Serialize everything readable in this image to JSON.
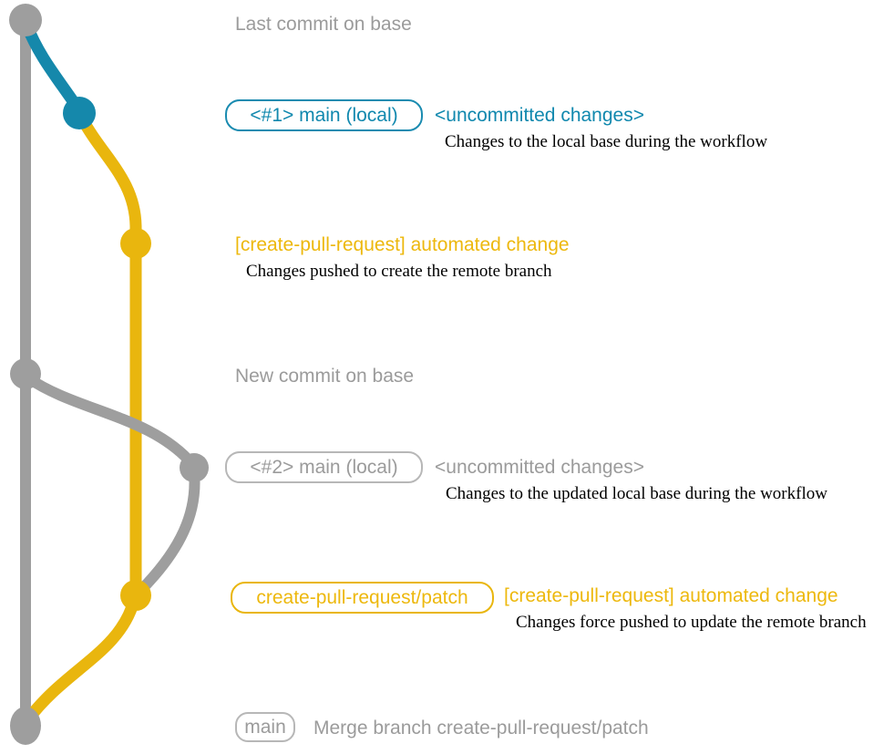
{
  "colors": {
    "base_gray": "#9e9e9e",
    "branch_blue": "#1588ab",
    "branch_yellow": "#e9b60e",
    "text_gray": "#9b9b9b",
    "text_blue": "#1088ae",
    "text_yellow": "#edb80d",
    "note_black": "#000000",
    "badge_border_gray": "#b7b7b7"
  },
  "annotations": {
    "last_commit_label": "Last commit on base",
    "main_local_1": {
      "badge": "<#1> main (local)",
      "title": "<uncommitted changes>",
      "note": "Changes to the local base during the workflow"
    },
    "automated_change_1": {
      "title": "[create-pull-request] automated change",
      "note": "Changes pushed to create the remote branch"
    },
    "new_commit_label": "New commit on base",
    "main_local_2": {
      "badge": "<#2> main (local)",
      "title": "<uncommitted changes>",
      "note": "Changes to the updated local base during the workflow"
    },
    "patch_branch": {
      "badge": "create-pull-request/patch",
      "title": "[create-pull-request] automated change",
      "note": "Changes force pushed to update the remote branch"
    },
    "merge_commit": {
      "badge": "main",
      "title": "Merge branch create-pull-request/patch"
    }
  }
}
